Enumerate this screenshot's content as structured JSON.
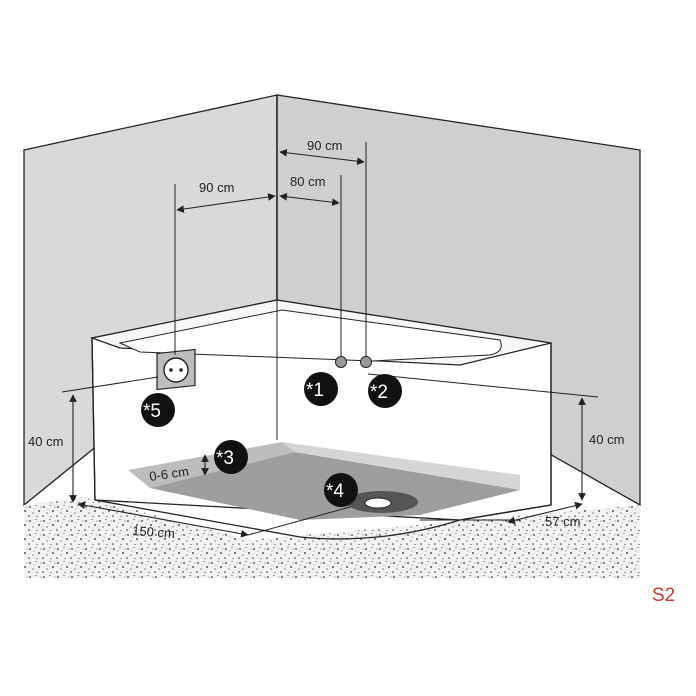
{
  "dimensions": {
    "pipe_spacing_top": "90 cm",
    "pipe_spacing_inner": "80 cm",
    "socket_offset": "90 cm",
    "socket_height": "40 cm",
    "right_height": "40 cm",
    "floor_gap": "0-6 cm",
    "tray_length": "150 cm",
    "tray_depth": "57 cm"
  },
  "markers": {
    "m1": "*1",
    "m2": "*2",
    "m3": "*3",
    "m4": "*4",
    "m5": "*5"
  },
  "model_code": "S2",
  "colors": {
    "wall_left": "#d9d9d9",
    "wall_right": "#cfcfcf",
    "outline": "#222222",
    "badge": "#111111",
    "model_code": "#c0392b"
  }
}
